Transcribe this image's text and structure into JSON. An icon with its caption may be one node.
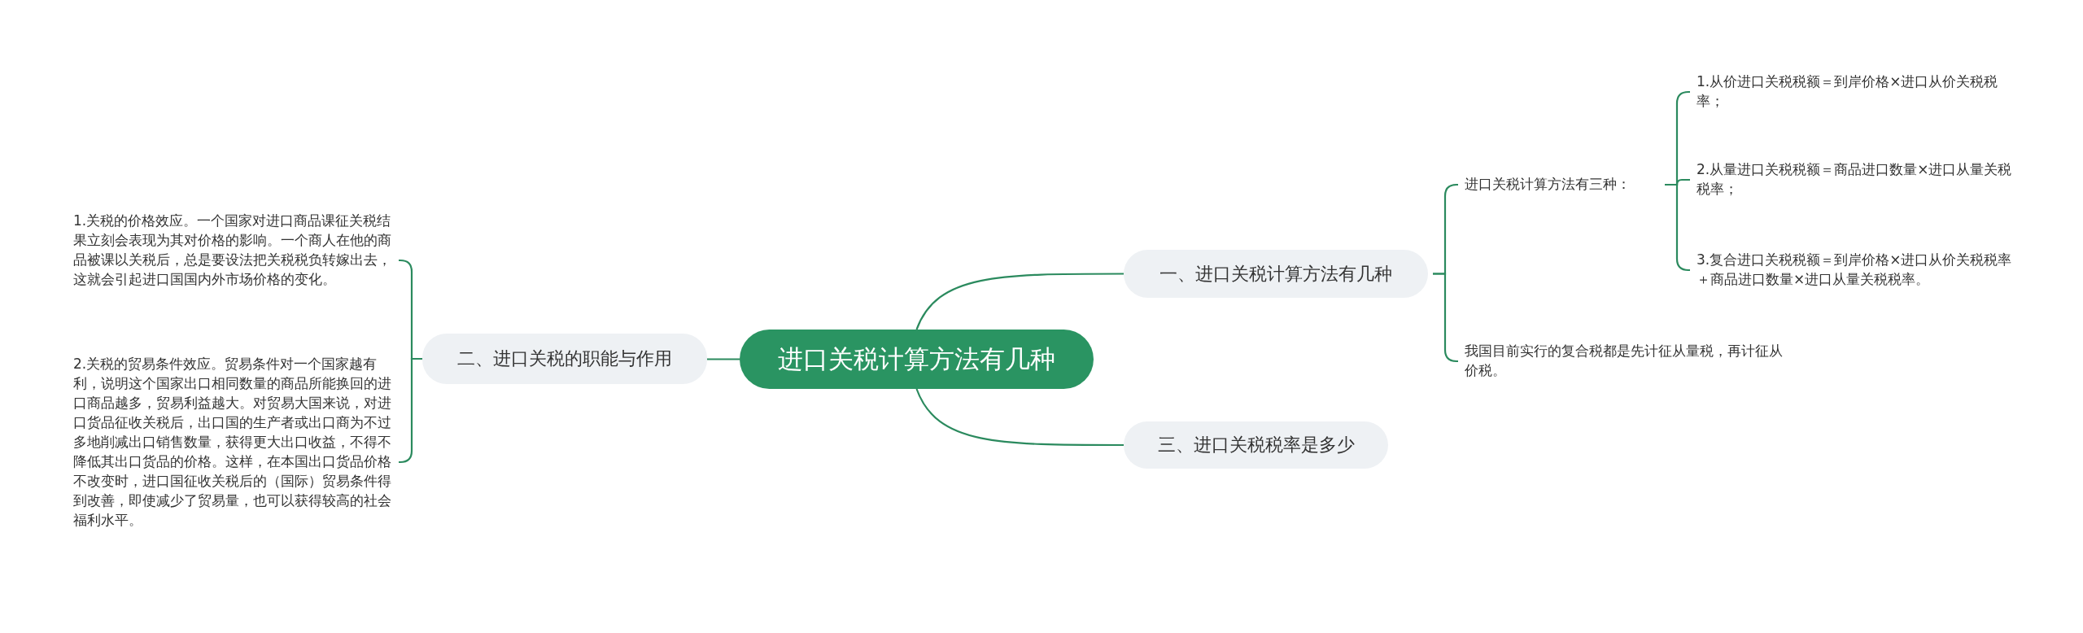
{
  "diagram": {
    "nodes": [
      {
        "text": [
          "进口关税计算方法有几种"
        ]
      },
      {
        "text": [
          "一、进口关税计算方法有几种"
        ]
      },
      {
        "text": [
          "进口关税计算方法有三种："
        ]
      },
      {
        "text": [
          "1.从价进口关税税额＝到岸价格×进口从价关税税率；"
        ]
      },
      {
        "text": [
          "2.从量进口关税税额＝商品进口数量×进口从量关税税率；"
        ]
      },
      {
        "text": [
          "3.复合进口关税税额＝到岸价格×进口从价关税税率＋商品进口数量×进口从量关税税率。"
        ]
      },
      {
        "text": [
          "我国目前实行的复合税都是先计征从量税，再计征从价税。"
        ]
      },
      {
        "text": [
          "二、进口关税的职能与作用"
        ]
      },
      {
        "text": [
          "1.关税的价格效应。一个国家对进口商品课征关税结果立刻会表现为其对价格的影响。一个商人在他的商品被课以关税后，总是要设法把关税税负转嫁出去，这就会引起进口国国内外市场价格的变化。"
        ]
      },
      {
        "text": [
          "2.关税的贸易条件效应。贸易条件对一个国家越有利，说明这个国家出口相同数量的商品所能换回的进口商品越多，贸易利益越大。对贸易大国来说，对进口货品征收关税后，出口国的生产者或出口商为不过多地削减出口销售数量，获得更大出口收益，不得不降低其出口货品的价格。这样，在本国出口货品价格不改变时，进口国征收关税后的（国际）贸易条件得到改善，即使减少了贸易量，也可以获得较高的社会福利水平。"
        ]
      },
      {
        "text": [
          "三、进口关税税率是多少"
        ]
      }
    ],
    "edges": [
      {
        "from": 0,
        "to": 1,
        "arrow": "none"
      },
      {
        "from": 1,
        "to": 2,
        "arrow": "none"
      },
      {
        "from": 2,
        "to": 3,
        "arrow": "none"
      },
      {
        "from": 2,
        "to": 4,
        "arrow": "none"
      },
      {
        "from": 2,
        "to": 5,
        "arrow": "none"
      },
      {
        "from": 1,
        "to": 6,
        "arrow": "none"
      },
      {
        "from": 0,
        "to": 7,
        "arrow": "none"
      },
      {
        "from": 7,
        "to": 8,
        "arrow": "none"
      },
      {
        "from": 7,
        "to": 9,
        "arrow": "none"
      },
      {
        "from": 0,
        "to": 10,
        "arrow": "none"
      }
    ]
  }
}
